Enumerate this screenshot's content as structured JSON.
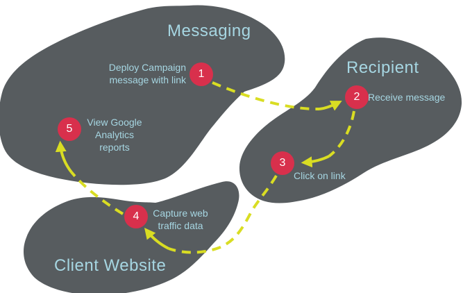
{
  "diagram": {
    "zones": [
      {
        "id": "messaging",
        "title": "Messaging"
      },
      {
        "id": "recipient",
        "title": "Recipient"
      },
      {
        "id": "client_website",
        "title": "Client Website"
      }
    ],
    "steps": [
      {
        "number": "1",
        "label": "Deploy Campaign\nmessage with link"
      },
      {
        "number": "2",
        "label": "Receive message"
      },
      {
        "number": "3",
        "label": "Click on link"
      },
      {
        "number": "4",
        "label": "Capture web\ntraffic data"
      },
      {
        "number": "5",
        "label": "View Google\nAnalytics reports"
      }
    ],
    "flow_order": [
      "1 to 2",
      "2 to 3",
      "3 to 4",
      "4 to 5"
    ],
    "colors": {
      "background": "#ffffff",
      "zone_blob": "#575c5f",
      "zone_title_text": "#a6d6e2",
      "step_label_text": "#a6d6e2",
      "step_marker_fill": "#d8304c",
      "step_marker_number": "#ffffff",
      "arrow": "#d9dd23"
    }
  }
}
